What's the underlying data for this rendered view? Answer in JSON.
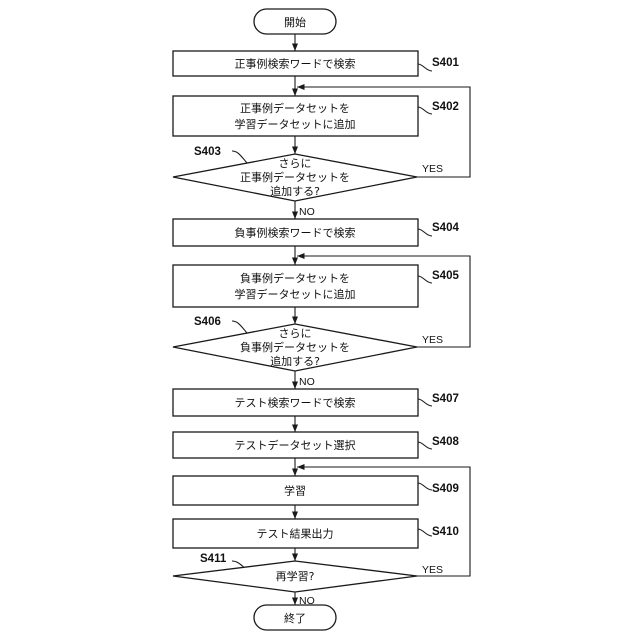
{
  "flowchart": {
    "start": "開始",
    "end": "終了",
    "yes": "YES",
    "no": "NO",
    "steps": [
      {
        "id": "S401",
        "kind": "process",
        "lines": [
          "正事例検索ワードで検索"
        ]
      },
      {
        "id": "S402",
        "kind": "process",
        "lines": [
          "正事例データセットを",
          "学習データセットに追加"
        ]
      },
      {
        "id": "S403",
        "kind": "decision",
        "lines": [
          "さらに",
          "正事例データセットを",
          "追加する?"
        ]
      },
      {
        "id": "S404",
        "kind": "process",
        "lines": [
          "負事例検索ワードで検索"
        ]
      },
      {
        "id": "S405",
        "kind": "process",
        "lines": [
          "負事例データセットを",
          "学習データセットに追加"
        ]
      },
      {
        "id": "S406",
        "kind": "decision",
        "lines": [
          "さらに",
          "負事例データセットを",
          "追加する?"
        ]
      },
      {
        "id": "S407",
        "kind": "process",
        "lines": [
          "テスト検索ワードで検索"
        ]
      },
      {
        "id": "S408",
        "kind": "process",
        "lines": [
          "テストデータセット選択"
        ]
      },
      {
        "id": "S409",
        "kind": "process",
        "lines": [
          "学習"
        ]
      },
      {
        "id": "S410",
        "kind": "process",
        "lines": [
          "テスト結果出力"
        ]
      },
      {
        "id": "S411",
        "kind": "decision",
        "lines": [
          "再学習?"
        ]
      }
    ]
  }
}
